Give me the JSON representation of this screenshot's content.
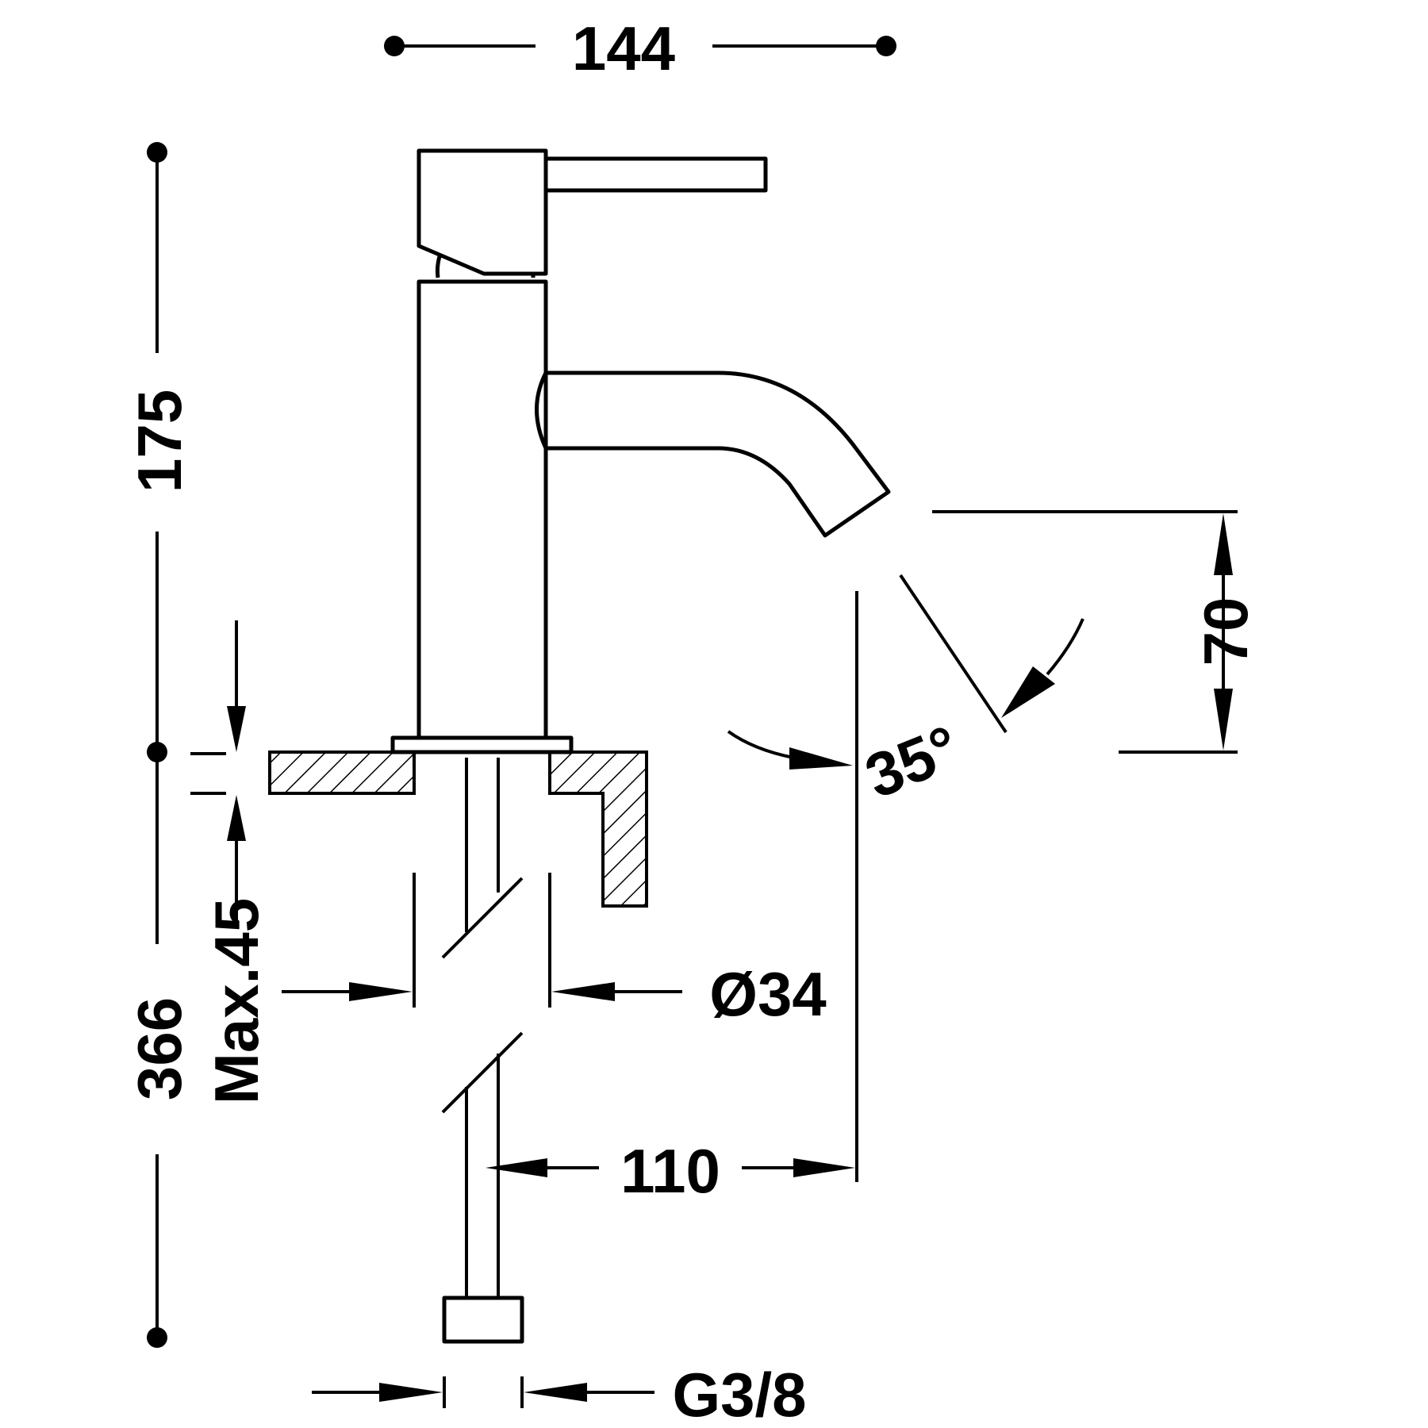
{
  "drawing": {
    "type": "technical-dimension-drawing",
    "subject": "basin mixer tap",
    "dimensions": {
      "width": "144",
      "height_above_deck": "175",
      "total_height": "366",
      "deck_thickness": "Max.45",
      "spout_height": "70",
      "spout_angle": "35°",
      "body_diameter": "Ø34",
      "spout_reach": "110",
      "connection": "G3/8"
    }
  }
}
